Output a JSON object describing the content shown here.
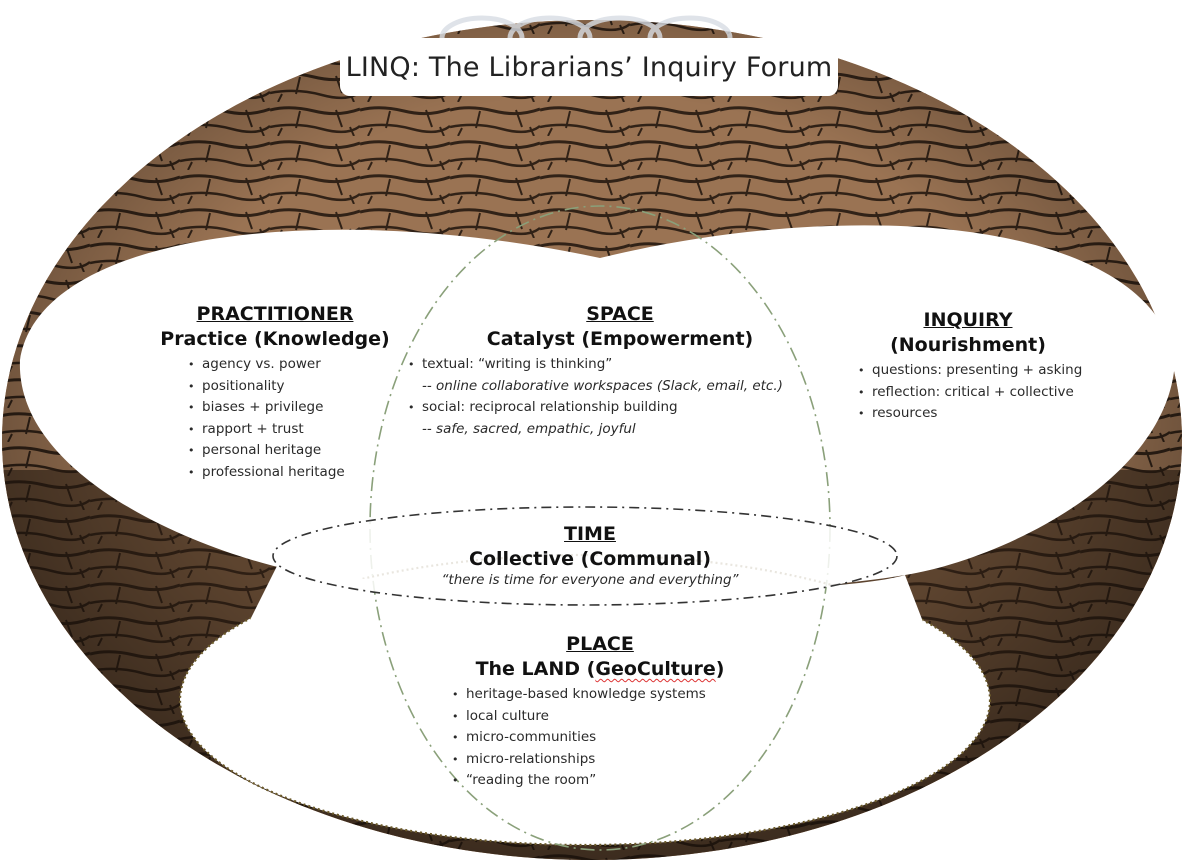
{
  "title": "LINQ: The Librarians’ Inquiry Forum",
  "colors": {
    "soil_light": "#9a7353",
    "soil_dark": "#2b1d12",
    "crack": "#1e140c",
    "space_outline": "#8aa07a",
    "time_outline": "#333333",
    "place_outline": "#6b5a2a",
    "text": "#1a1a1a"
  },
  "sections": {
    "practitioner": {
      "heading": "PRACTITIONER",
      "subheading": "Practice (Knowledge)",
      "bullets": [
        "agency vs. power",
        "positionality",
        "biases + privilege",
        "rapport + trust",
        "personal heritage",
        "professional heritage"
      ]
    },
    "space": {
      "heading": "SPACE",
      "subheading": "Catalyst (Empowerment)",
      "items": [
        {
          "bullet": "textual: “writing is thinking”",
          "note": "-- online collaborative workspaces (Slack, email, etc.)"
        },
        {
          "bullet": "social: reciprocal relationship building",
          "note": "-- safe, sacred, empathic, joyful"
        }
      ]
    },
    "inquiry": {
      "heading": "INQUIRY",
      "subheading": "(Nourishment)",
      "bullets": [
        "questions: presenting + asking",
        "reflection: critical + collective",
        "resources"
      ]
    },
    "time": {
      "heading": "TIME",
      "subheading": "Collective (Communal)",
      "quote": "“there is time for everyone and everything”"
    },
    "place": {
      "heading": "PLACE",
      "subheading_prefix": "The LAND (",
      "subheading_marked": "GeoCulture",
      "subheading_suffix": ")",
      "bullets": [
        "heritage-based knowledge systems",
        "local culture",
        "micro-communities",
        "micro-relationships",
        "“reading the room”"
      ]
    }
  }
}
